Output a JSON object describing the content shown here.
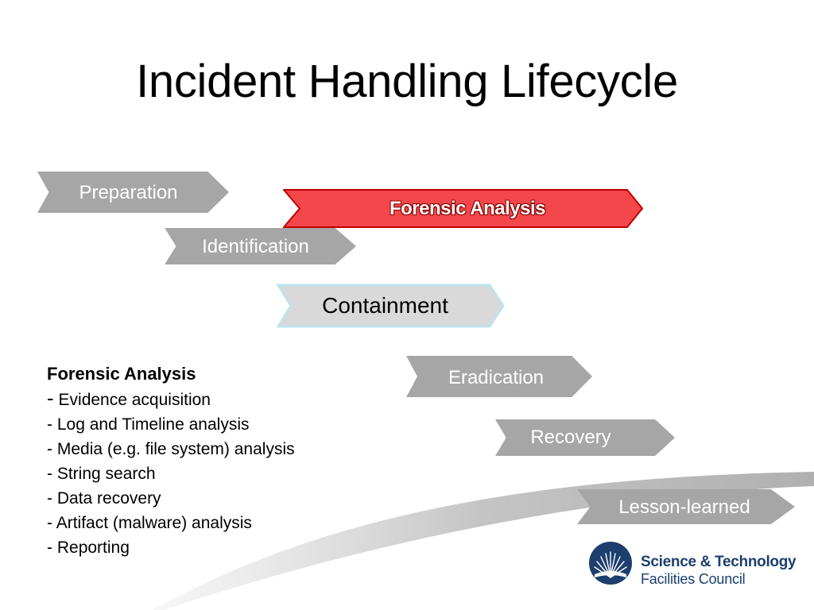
{
  "slide": {
    "title": "Incident Handling Lifecycle"
  },
  "phases": {
    "preparation": "Preparation",
    "identification": "Identification",
    "containment": "Containment",
    "eradication": "Eradication",
    "recovery": "Recovery",
    "lesson_learned": "Lesson-learned"
  },
  "highlight": {
    "label": "Forensic Analysis",
    "color": "#f4474b"
  },
  "notes": {
    "heading": "Forensic Analysis",
    "items": [
      "Evidence acquisition",
      "Log and Timeline analysis",
      "Media (e.g. file system) analysis",
      "String search",
      "Data recovery",
      "Artifact (malware) analysis",
      "Reporting"
    ],
    "bullet": "-"
  },
  "logo": {
    "line1": "Science & Technology",
    "line2": "Facilities Council",
    "color": "#1c3f6e"
  },
  "colors": {
    "phase_gray": "#a6a6a6",
    "containment_fill": "#d9d9d9",
    "containment_border": "#bfe3ea"
  }
}
